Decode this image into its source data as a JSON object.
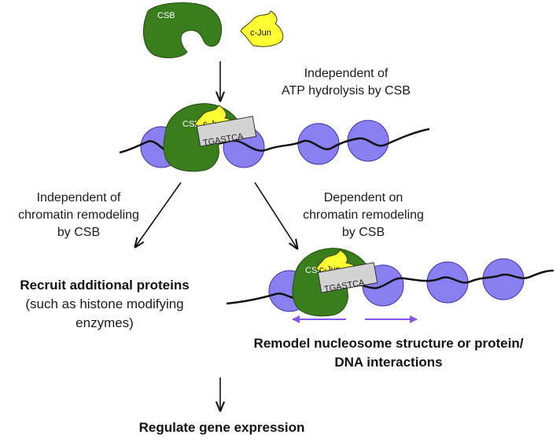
{
  "colors": {
    "csb": "#3a7d1c",
    "csb_stroke": "#224d0e",
    "cjun": "#ffff33",
    "cjun_stroke": "#3c3c00",
    "nucleosome": "#8a7ff0",
    "nucleosome_stroke": "#3b33a8",
    "dna": "#111111",
    "tgastca_box": "#d3d3d3",
    "arrow": "#111111",
    "remodel_arrow": "#8a55e6"
  },
  "icons": {
    "csb": "csb-protein-shape",
    "cjun": "cjun-protein-shape",
    "nucleosome": "nucleosome-circle",
    "dna": "dna-strand"
  },
  "top": {
    "csb_label": "CSB",
    "cjun_label": "c-Jun"
  },
  "step1": {
    "line1": "Independent of",
    "line2": "ATP hydrolysis by CSB"
  },
  "complex": {
    "csb_label": "CSB",
    "cjun_label": "c-Jun",
    "motif": "TGASTCA"
  },
  "left_branch": {
    "line1": "Independent of",
    "line2": "chromatin remodeling",
    "line3": "by CSB",
    "outcome_title": "Recruit additional proteins",
    "outcome_line1": "(such as histone modifying",
    "outcome_line2": "enzymes)"
  },
  "right_branch": {
    "line1": "Dependent on",
    "line2": "chromatin remodeling",
    "line3": "by CSB",
    "csb_label": "CSB",
    "cjun_label": "c-Jun",
    "motif": "TGASTCA",
    "outcome_line1": "Remodel nucleosome structure or protein/",
    "outcome_line2": "DNA interactions"
  },
  "final": {
    "label": "Regulate gene expression"
  }
}
